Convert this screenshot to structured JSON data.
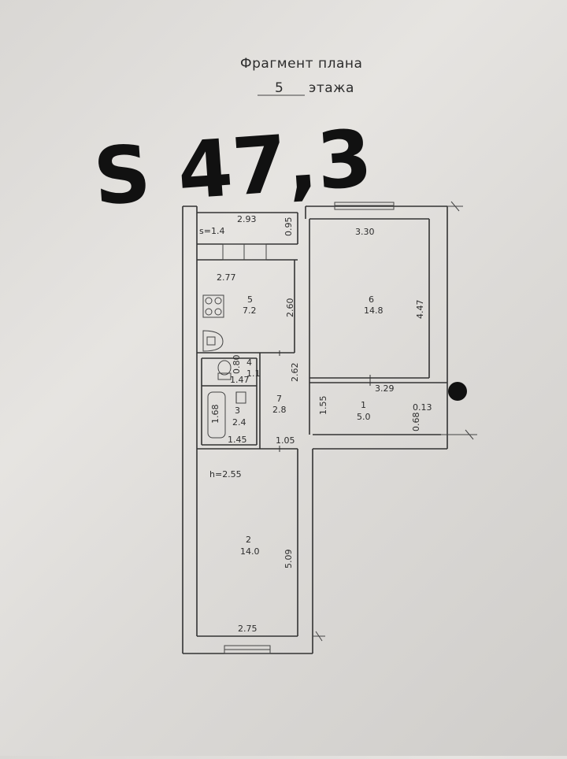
{
  "header": {
    "line1": "Фрагмент плана",
    "floor": "5",
    "line2": "этажа"
  },
  "total_area": "S 47,3",
  "rooms": [
    {
      "id": "balcony",
      "area": "s=1.4",
      "width": "2.93",
      "depth": "0.95"
    },
    {
      "id": "5",
      "number": "5",
      "area": "7.2",
      "width": "2.77",
      "depth": "2.60"
    },
    {
      "id": "6",
      "number": "6",
      "area": "14.8",
      "width": "3.30",
      "depth": "4.47"
    },
    {
      "id": "4",
      "number": "4",
      "area": "1.1",
      "width": "0.80",
      "depth": "1.47"
    },
    {
      "id": "3",
      "number": "3",
      "area": "2.4",
      "width": "1.45",
      "depth": "1.68"
    },
    {
      "id": "7",
      "number": "7",
      "area": "2.8",
      "width": "1.05",
      "depth": "2.62"
    },
    {
      "id": "1",
      "number": "1",
      "area": "5.0",
      "width": "3.29",
      "depth": "1.55"
    },
    {
      "id": "2",
      "number": "2",
      "area": "14.0",
      "width": "2.75",
      "depth": "5.09"
    }
  ],
  "extra_dims": {
    "a": "0.13",
    "b": "0.68"
  },
  "ceiling_height": "h=2.55"
}
